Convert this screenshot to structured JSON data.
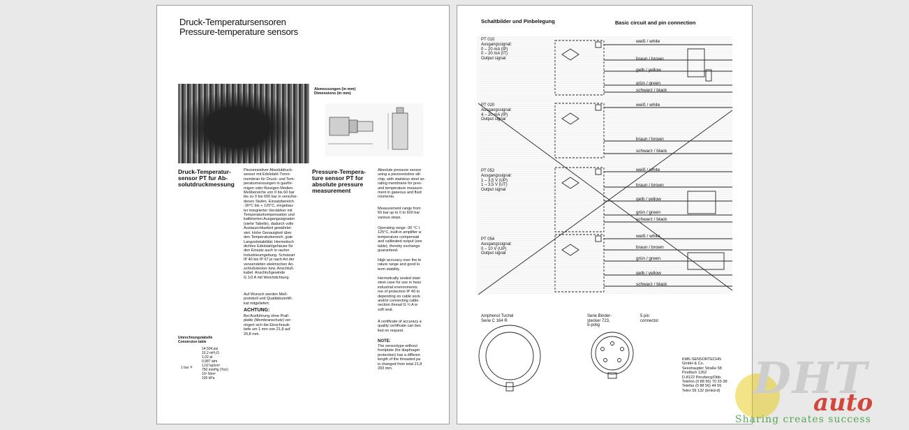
{
  "left_page": {
    "title_de": "Druck-Temperatursensoren",
    "title_en": "Pressure-temperature sensors",
    "dimensions_label": "Abmessungen (in mm)",
    "dimensions_label_en": "Dimensions (in mm)",
    "heading_de": "Druck-Temperatur-\nsensor PT fur Ab-\nsolutdruckmessung",
    "text_de": "Piezoresistiver Absolutdruck-\nsensor mit Edelstahl-Trenn-\nmembran für Druck- und Tem-\nperaturmessungen in gasför-\nmigen oder flüssigen Medien.\nMeßbereiche von 0 bis 60 bar\nbis zu 0 bis 600 bar in verschie-\ndenen Stufen. Einsatzbereich\n-30°C bis + 125°C, eingebau-\nter integrierter Verstärker mit\nTemperaturkompensation und\nkalibrierten Ausgangssignalen\n(siehe Tabelle), dadurch volle\nAustauschbarkeit gewährlei-\nstet. Hohe Genauigkeit über\nden Temperaturbereich, gute\nLangzeitstabilität. Hermetisch\ndichtes Edelstahlgehäuse für\nden Einsatz auch in rauher\nIndustrieumgebung. Schutzart\nIP 40 bis IP 67 je nach Art der\nverwendeten elektrischen An-\nschlußstecker bzw. Anschluß-\nkabel. Anschlußgewinde\nG 1/2 A mit Weichdichtung.",
    "text_de_2": "Auf Wunsch werden Meß-\nprotokoll und Qualitätszertifi-\nkat mitgeliefert.",
    "achtung_title": "ACHTUNG:",
    "achtung_text": "Bei Ausführung ohne Prall-\nplatte (Membranschutz) ver-\nringert sich die Einschraub-\ntiefe um 1 mm von 21,8 auf\n20,8 mm.",
    "table_title": "Umrechnungstabelle\nConversion table",
    "bar_label": "1 bar ≙",
    "conversions": [
      "14,504 psi",
      "10,2 mH₂O",
      "1,02 at",
      "0,987 atm",
      "1,02 kp/cm²",
      "750 mmHg (Torr)",
      "10⁵ N/m²",
      "100 kPa"
    ],
    "heading_en": "Pressure-Tempera-\nture sensor PT for\nabsolute pressure\nmeasurement",
    "text_en_1": "Absolute pressure sensor\nusing a piezoresistive sili-\nchip, with stainless steel se-\nrating membrane for pres-\nand temperature measure-\nment in gaseous and fluid\nronments.",
    "text_en_2": "Measurement range from\n60 bar up to 0 to 600 bar\nvarious steps.",
    "text_en_3": "Operating range -30 °C t\n125°C, built-in amplifier w\ntemperature compensati\nand calibrated output (see\ntable), thereby exchange\nguaranteed.",
    "text_en_4": "High accuracy over the te\nrature range and good lo\nterm stability.",
    "text_en_5": "Hermetically sealed stain\nsteel case for use in heav\nindustrial environments.\nree of protection IP 40 to\ndepending on cable sock\nand/or connecting cable.\nnection thread G ½ A w\nsoft seal.",
    "text_en_6": "A certificate of accuracy a\nquality certificate can bes\nlied on request.",
    "note_title": "NOTE:",
    "note_text": "The sensortype without\nfrontplate (for diaphragm\nprotection) has a differen\nlength of the threaded pa\nis changed from total 21,8\n203 mm."
  },
  "right_page": {
    "heading_de": "Schaltbilder und Pinbelegung",
    "heading_en": "Basic circuit and pin connection",
    "blocks": [
      {
        "model": "PT 010",
        "signal": "Ausgangssignal:\n0 – 20 mA (IP)\n0 – 20 mA (IT)\nOutput signal",
        "wires": [
          "weiß / white",
          "braun / brown",
          "gelb / yellow",
          "grün / green",
          "schwarz / black"
        ]
      },
      {
        "model": "PT 020",
        "signal": "Ausgangssignal:\n4 – 20 mA (IP)\nOutput signal",
        "wires": [
          "weiß / white",
          "braun / brown",
          "schwarz / black"
        ]
      },
      {
        "model": "PT 052",
        "signal": "Ausgangssignal:\n1 – 3,5 V (UP)\n1 – 3,5 V (UT)\nOutput signal",
        "wires": [
          "weiß / white",
          "braun / brown",
          "gelb / yellow",
          "grün / green",
          "schwarz / black"
        ]
      },
      {
        "model": "PT 054",
        "signal": "Ausgangssignal:\n0 – 10 V (UP)\nOutput signal",
        "wires": [
          "weiß / white",
          "braun / brown",
          "grün / green",
          "gelb / yellow",
          "schwarz / black"
        ]
      }
    ],
    "connector_1": "Amphenol Tuchel\nSerie C 164 R",
    "connector_2": "Serie Binder-\nstecker 723,\n5-polig",
    "connector_3": "5 pin\nconnector",
    "company": "KMK-SENSORTECHN\nGmbH & Co.\nSeeshaupter Straße 58\nPostfach 1262\nD-8122 Penzberg/Obb.\nTelefon (0 88 56) 70 33-38\nTelefax (0 88 56) 44 55\nTelex 59 132 (kmkd-d)"
  },
  "watermark": {
    "big": "DHT",
    "small": "auto",
    "tagline": "Sharing creates success",
    "color_red": "#cf2a1f",
    "color_green": "#3a9a3a",
    "color_yellow": "#e8c400"
  }
}
